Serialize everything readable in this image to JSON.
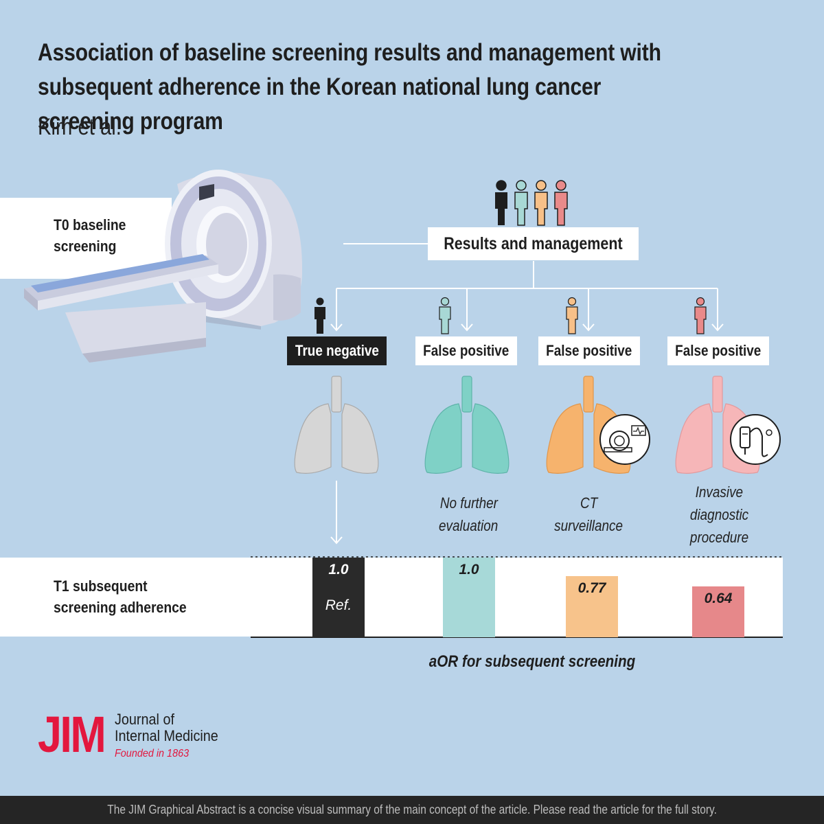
{
  "title": "Association of baseline screening results and management with subsequent adherence in the Korean national lung cancer screening program",
  "authors": "Kim et al.",
  "baseline_label": "T0 baseline screening",
  "baseline_label_lines": [
    "T0 baseline",
    "screening"
  ],
  "results_label": "Results and management",
  "groups": [
    {
      "label": "True negative",
      "color": "#1e1e1e",
      "lung_color": "#d2d2d2",
      "management": [],
      "icon": "none"
    },
    {
      "label": "False positive",
      "color": "#a8d8d5",
      "lung_color": "#7ed3c8",
      "management": [
        "No further",
        "evaluation"
      ],
      "icon": "none"
    },
    {
      "label": "False positive",
      "color": "#f7c088",
      "lung_color": "#f6b36d",
      "management": [
        "CT",
        "surveillance"
      ],
      "icon": "ct-scanner-icon"
    },
    {
      "label": "False positive",
      "color": "#e98a8a",
      "lung_color": "#f6b3b6",
      "management": [
        "Invasive",
        "diagnostic",
        "procedure"
      ],
      "icon": "bronchoscope-icon"
    }
  ],
  "adherence_label_lines": [
    "T1 subsequent",
    "screening adherence"
  ],
  "chart_data": {
    "type": "bar",
    "categories": [
      "True negative",
      "False positive – No further evaluation",
      "False positive – CT surveillance",
      "False positive – Invasive diagnostic procedure"
    ],
    "values": [
      1.0,
      1.0,
      0.77,
      0.64
    ],
    "value_labels": [
      "1.0",
      "1.0",
      "0.77",
      "0.64"
    ],
    "reference_note": "Ref.",
    "colors": [
      "#2a2a2a",
      "#a7d9d8",
      "#f7c38b",
      "#e6888a"
    ],
    "xlabel": "aOR for subsequent screening",
    "ylim": [
      0,
      1.0
    ]
  },
  "logo": {
    "mark": "JIM",
    "name_lines": [
      "Journal of",
      "Internal Medicine"
    ],
    "founded": "Founded in 1863",
    "mark_color": "#e3173e"
  },
  "footer": "The JIM Graphical Abstract is a concise visual summary of the main concept of the article. Please read the article for the full story."
}
